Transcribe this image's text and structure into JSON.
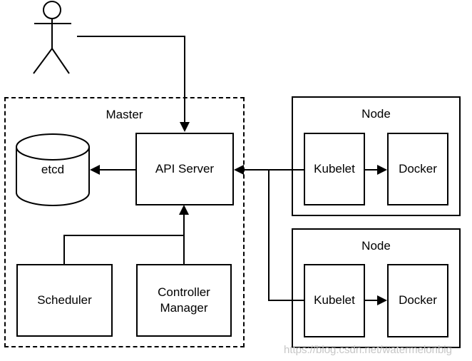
{
  "master": {
    "label": "Master",
    "etcd_label": "etcd",
    "api_server_label": "API Server",
    "scheduler_label": "Scheduler",
    "controller_manager_label": "Controller Manager"
  },
  "nodes": [
    {
      "label": "Node",
      "kubelet_label": "Kubelet",
      "docker_label": "Docker"
    },
    {
      "label": "Node",
      "kubelet_label": "Kubelet",
      "docker_label": "Docker"
    }
  ],
  "watermark": "https://blog.csdn.net/watermelonbig",
  "icons": {
    "actor": "user-actor-icon",
    "etcd": "database-cylinder-icon"
  },
  "colors": {
    "stroke": "#000000",
    "background": "#ffffff",
    "watermark": "#c6c6c6"
  }
}
